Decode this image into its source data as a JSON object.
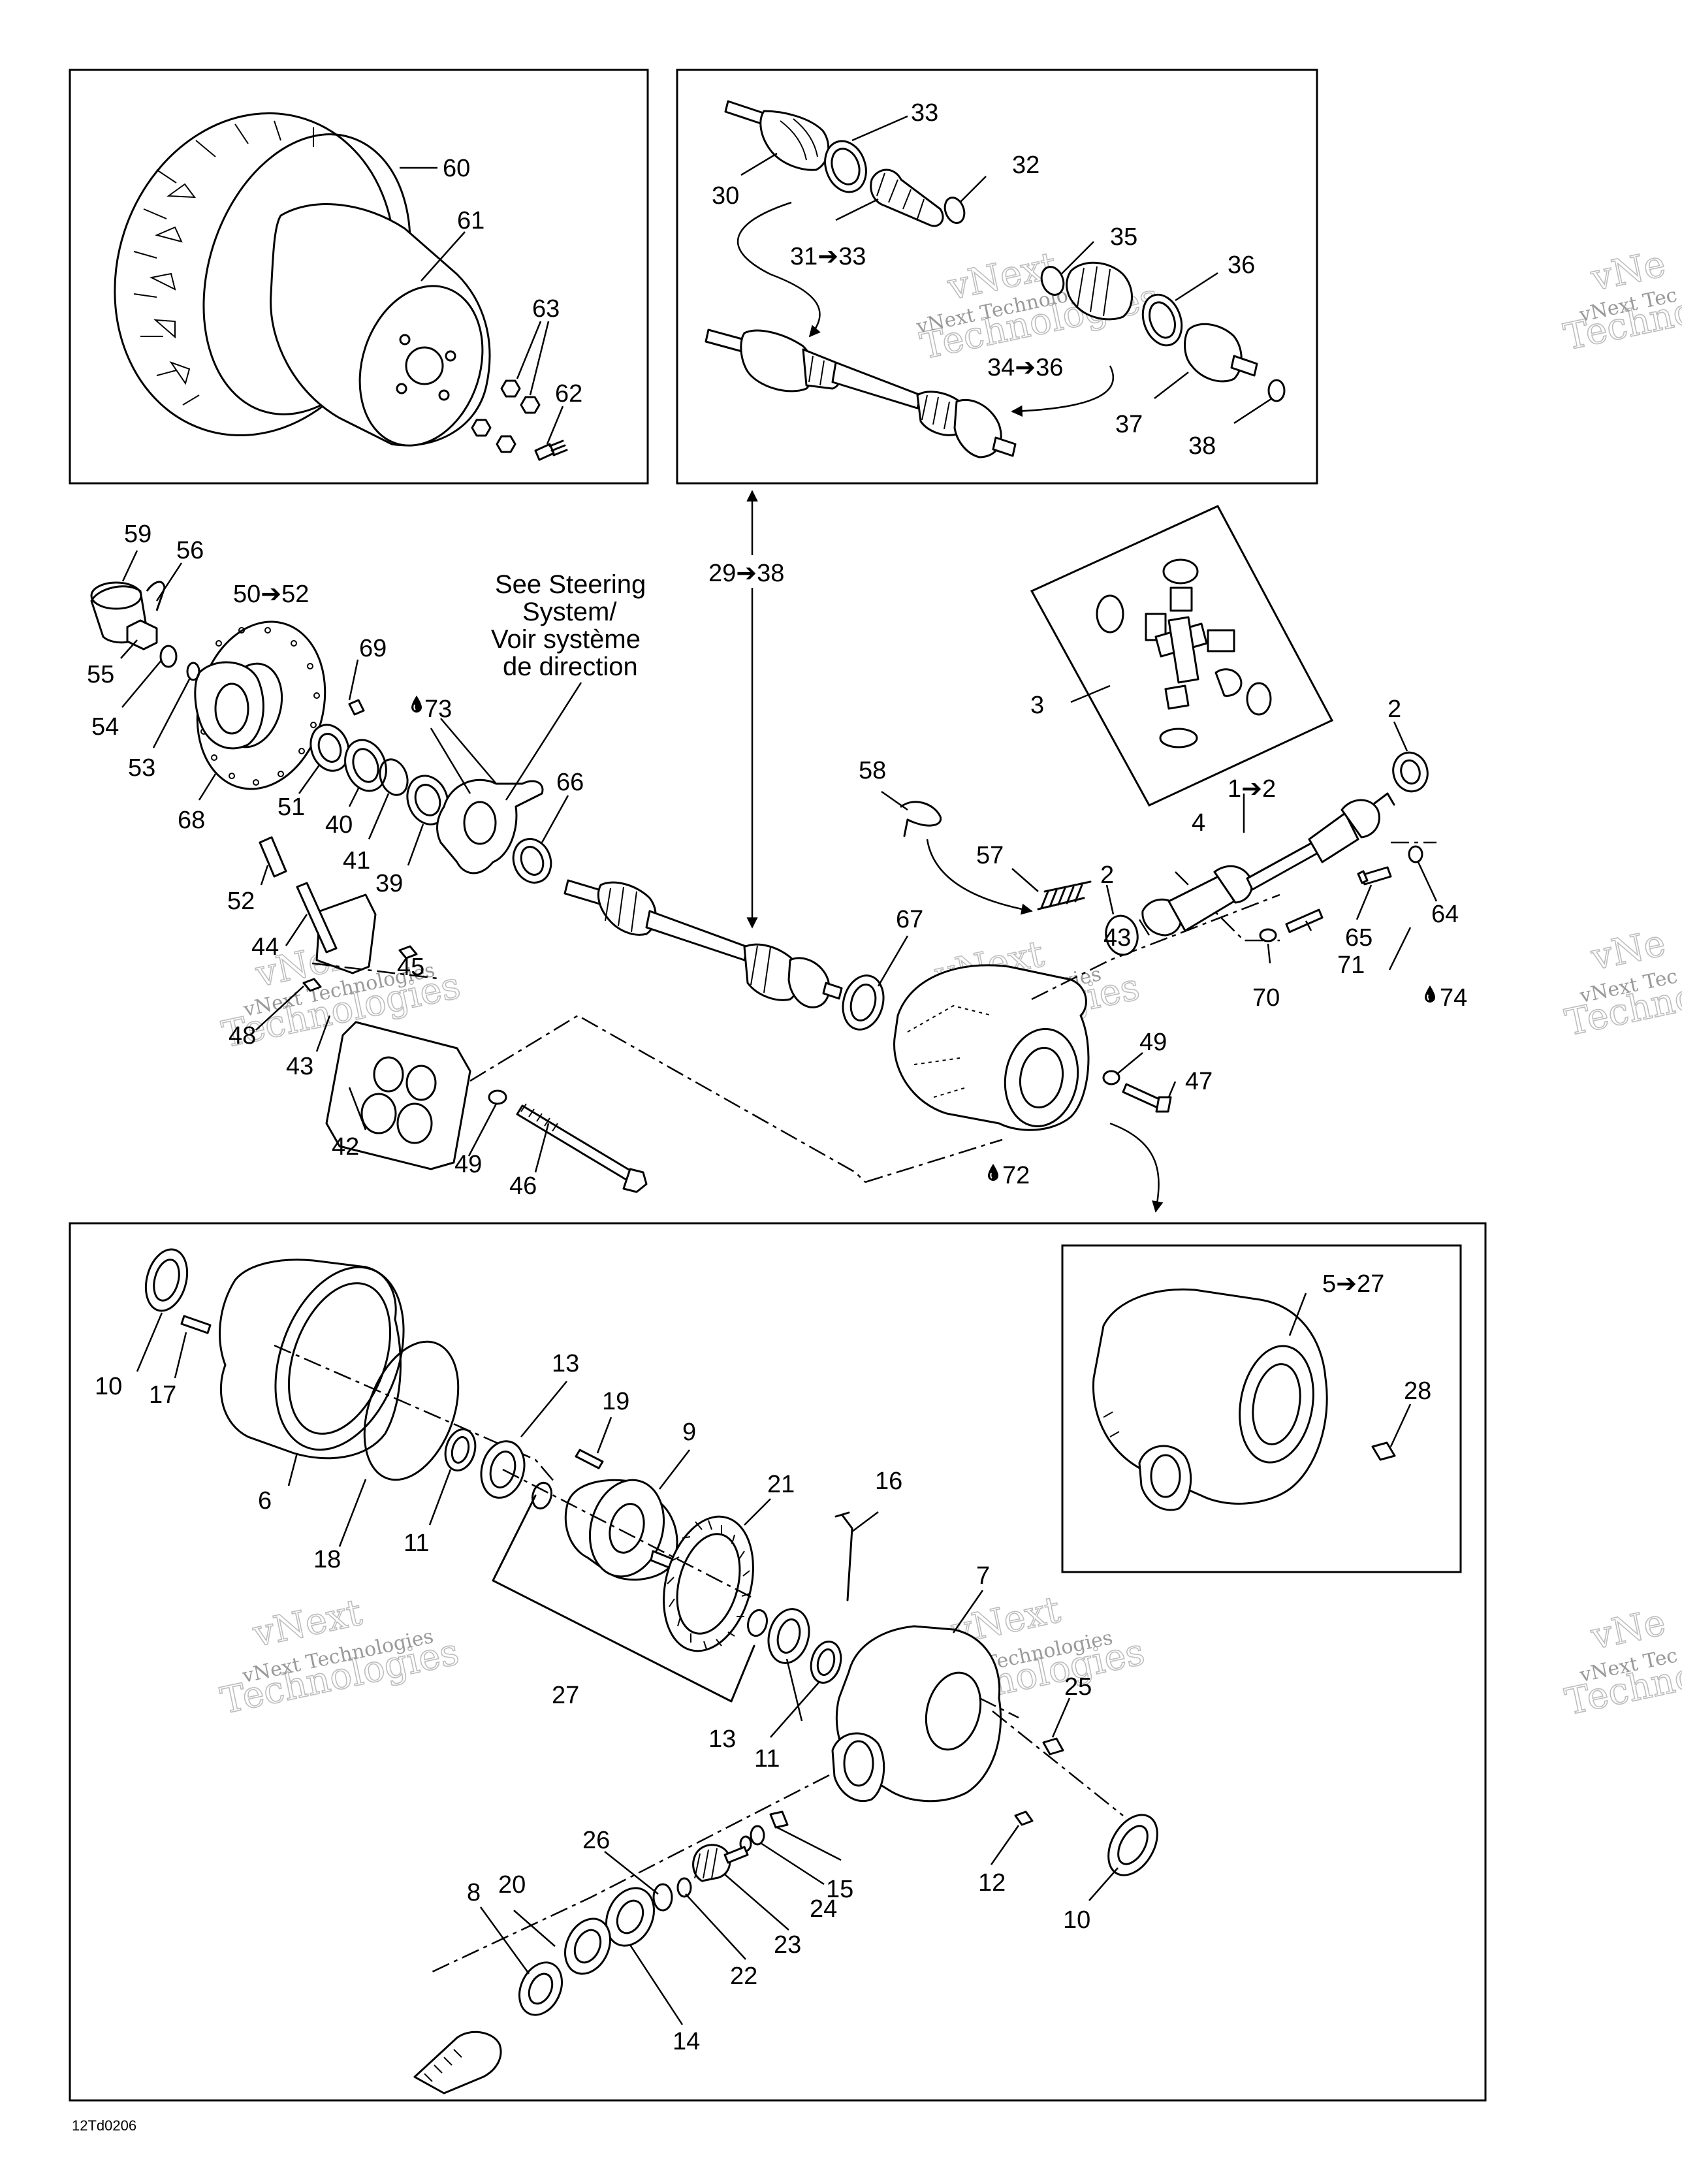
{
  "callouts": {
    "c1_2": "1➔2",
    "c2a": "2",
    "c2b": "2",
    "c3": "3",
    "c4": "4",
    "c5_27": "5➔27",
    "c6": "6",
    "c7": "7",
    "c8": "8",
    "c9": "9",
    "c10a": "10",
    "c10b": "10",
    "c11a": "11",
    "c11b": "11",
    "c12": "12",
    "c13a": "13",
    "c13b": "13",
    "c14": "14",
    "c15": "15",
    "c16": "16",
    "c17": "17",
    "c18": "18",
    "c19": "19",
    "c20": "20",
    "c21": "21",
    "c22": "22",
    "c23": "23",
    "c24": "24",
    "c25": "25",
    "c26": "26",
    "c27": "27",
    "c28": "28",
    "c29_38": "29➔38",
    "c30": "30",
    "c31_33": "31➔33",
    "c32": "32",
    "c33": "33",
    "c34_36": "34➔36",
    "c35": "35",
    "c36": "36",
    "c37": "37",
    "c38": "38",
    "c39": "39",
    "c40": "40",
    "c41": "41",
    "c42": "42",
    "c43a": "43",
    "c43b": "43",
    "c44": "44",
    "c45": "45",
    "c46": "46",
    "c47": "47",
    "c48": "48",
    "c49a": "49",
    "c49b": "49",
    "c50_52": "50➔52",
    "c51": "51",
    "c52": "52",
    "c53": "53",
    "c54": "54",
    "c55": "55",
    "c56": "56",
    "c57": "57",
    "c58": "58",
    "c59": "59",
    "c60": "60",
    "c61": "61",
    "c62": "62",
    "c63": "63",
    "c64": "64",
    "c65": "65",
    "c66": "66",
    "c67": "67",
    "c68": "68",
    "c69": "69",
    "c70": "70",
    "c71": "71",
    "c72": "72",
    "c73": "73",
    "c74": "74"
  },
  "steering_note": {
    "line1": "See Steering",
    "line2": "System/",
    "line3": "Voir système",
    "line4": "de direction"
  },
  "drawing_code": "12Td0206",
  "watermark": {
    "big_line1": "vNext",
    "big_line2": "Technologies",
    "small": "vNext Technologies",
    "edge_big1": "vNe",
    "edge_big2": "Techno",
    "edge_small": "vNext Tec"
  },
  "icons": {
    "lubricant": "oil-drop-icon",
    "range_arrow": "right-arrow-icon"
  }
}
